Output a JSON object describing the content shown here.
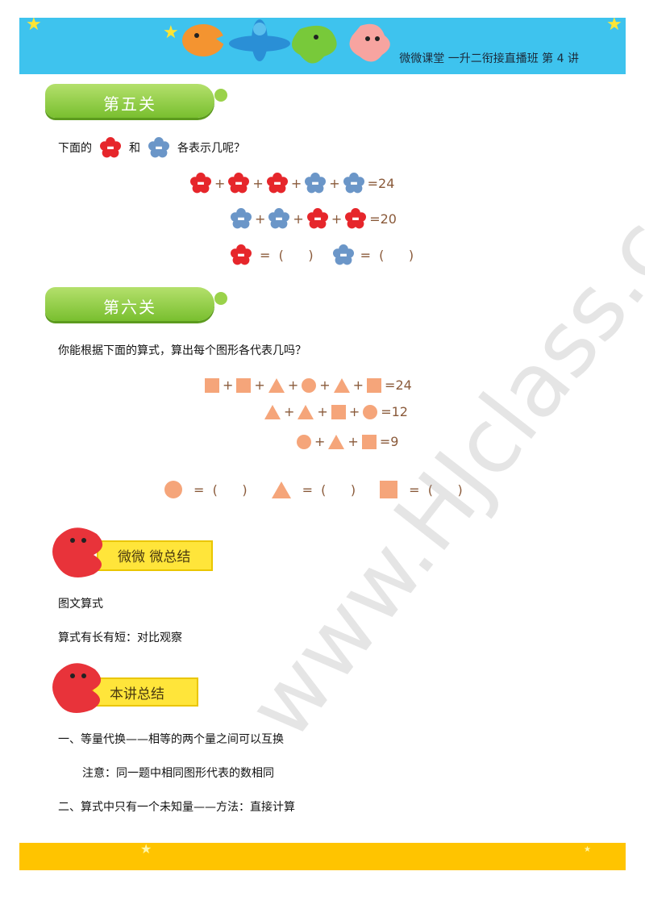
{
  "header": {
    "text": "微微课堂  一升二衔接直播班    第 4 讲"
  },
  "level5": {
    "tag": "第五关",
    "question_before": "下面的",
    "question_and": "和",
    "question_after": "各表示几呢？",
    "eq1_result": "=24",
    "eq2_result": "=20",
    "blank": "=  (      )",
    "red_color": "#e6262b",
    "blue_color": "#6b96c8"
  },
  "level6": {
    "tag": "第六关",
    "question": "你能根据下面的算式，算出每个图形各代表几吗？",
    "eq1_result": "=24",
    "eq2_result": "=12",
    "eq3_result": "=9",
    "blank": "=  (      )",
    "shape_color": "#f5a57a"
  },
  "mini_summary": {
    "title": "微微 微总结",
    "line1": "图文算式",
    "line2": "算式有长有短：对比观察"
  },
  "lesson_summary": {
    "title": "本讲总结",
    "line1": "一、等量代换——相等的两个量之间可以互换",
    "line2": "注意：同一题中相同图形代表的数相同",
    "line3": "二、算式中只有一个未知量——方法：直接计算"
  },
  "watermark": "www.HJclass.com",
  "icons": [
    "star-icon",
    "flower-icon",
    "mascot-icon"
  ]
}
